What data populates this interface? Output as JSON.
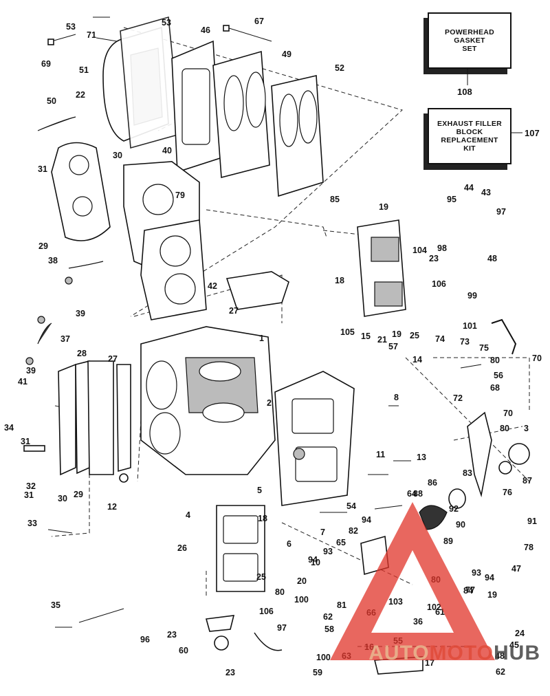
{
  "kits": {
    "powerhead_gasket": {
      "lines": [
        "POWERHEAD",
        "GASKET",
        "SET"
      ],
      "number": "108"
    },
    "exhaust_filler": {
      "lines": [
        "EXHAUST FILLER",
        "BLOCK",
        "REPLACEMENT",
        "KIT"
      ],
      "number": "107"
    }
  },
  "watermark": {
    "part1": "AUTO",
    "part2": "MOTO",
    "part3": "HUB",
    "colors": {
      "auto": "#e8b890",
      "moto": "#e04b3a",
      "hub": "#444444",
      "triangle": "#e0342a"
    }
  },
  "callouts": [
    "53",
    "53",
    "71",
    "69",
    "51",
    "46",
    "67",
    "49",
    "52",
    "50",
    "22",
    "31",
    "30",
    "40",
    "79",
    "29",
    "85",
    "38",
    "39",
    "42",
    "27",
    "37",
    "39",
    "1",
    "28",
    "27",
    "2",
    "41",
    "31",
    "34",
    "32",
    "31",
    "30",
    "29",
    "12",
    "5",
    "4",
    "33",
    "19",
    "18",
    "19",
    "25",
    "104",
    "98",
    "23",
    "106",
    "95",
    "44",
    "43",
    "97",
    "48",
    "99",
    "101",
    "105",
    "15",
    "21",
    "57",
    "14",
    "8",
    "74",
    "73",
    "75",
    "80",
    "70",
    "56",
    "68",
    "72",
    "70",
    "80",
    "3",
    "11",
    "13",
    "83",
    "86",
    "87",
    "92",
    "76",
    "64",
    "54",
    "94",
    "7",
    "6",
    "88",
    "90",
    "91",
    "78",
    "82",
    "94",
    "93",
    "65",
    "89",
    "47",
    "80",
    "93",
    "84",
    "81",
    "94",
    "77",
    "19",
    "18",
    "26",
    "25",
    "20",
    "80",
    "10",
    "100",
    "103",
    "62",
    "66",
    "61",
    "102",
    "58",
    "36",
    "35",
    "96",
    "106",
    "23",
    "97",
    "60",
    "55",
    "45",
    "24",
    "100",
    "63",
    "16",
    "48",
    "23",
    "59",
    "17",
    "62"
  ]
}
